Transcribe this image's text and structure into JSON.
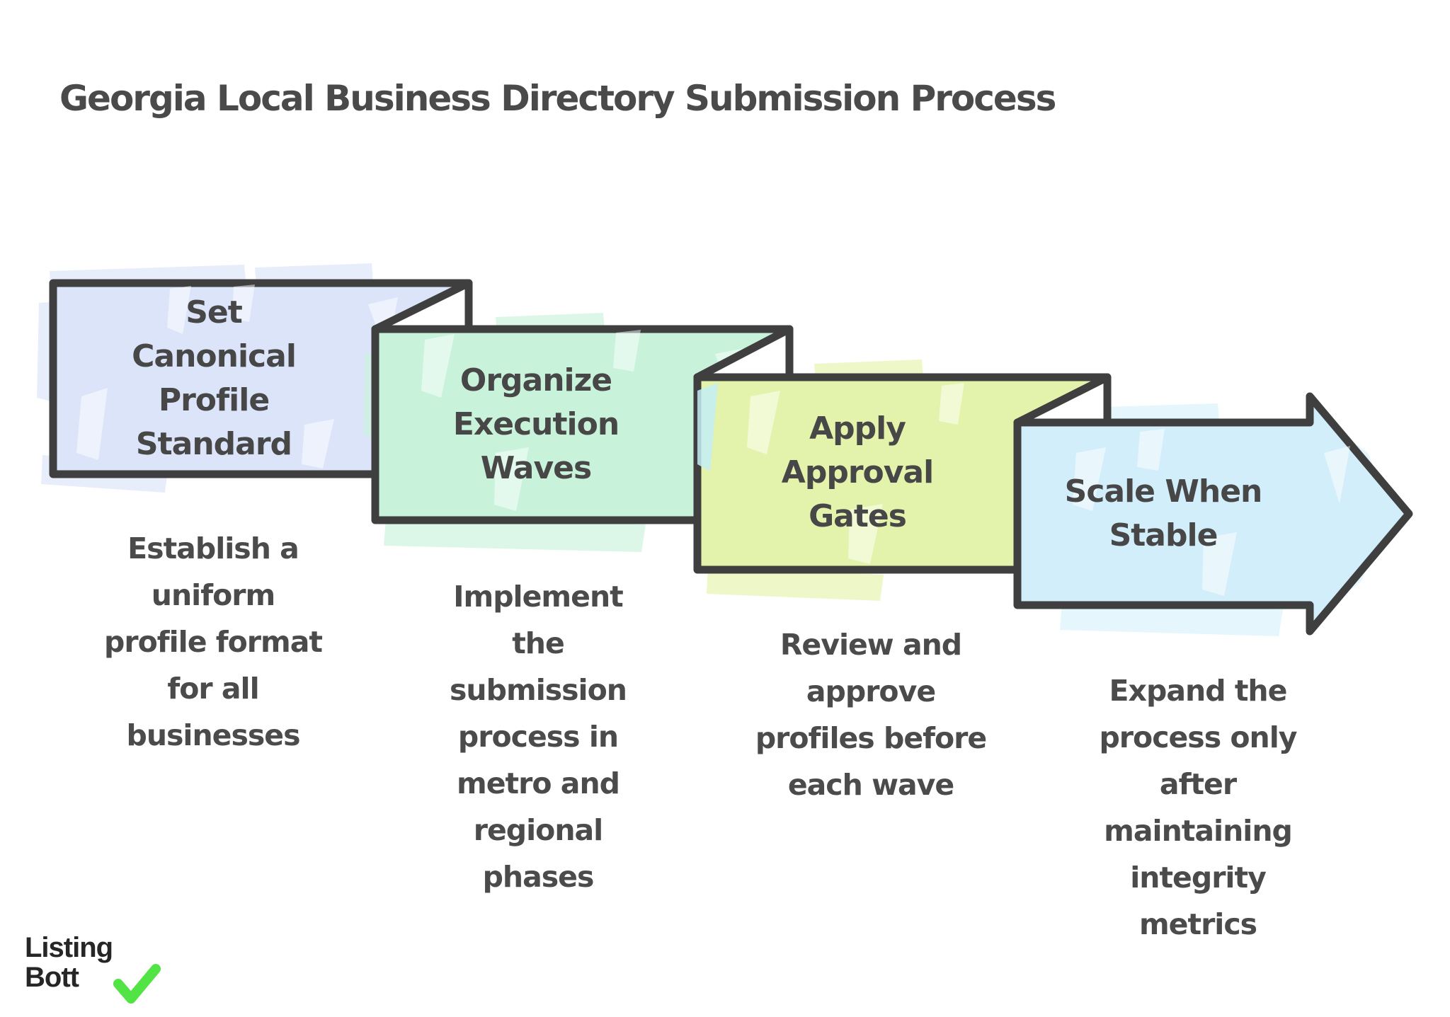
{
  "title": "Georgia Local Business Directory Submission Process",
  "steps": [
    {
      "label": "Set\nCanonical\nProfile\nStandard",
      "description": "Establish a\nuniform\nprofile format\nfor all\nbusinesses",
      "fill": "#dce4f9"
    },
    {
      "label": "Organize\nExecution\nWaves",
      "description": "Implement\nthe\nsubmission\nprocess in\nmetro and\nregional\nphases",
      "fill": "#c9f2da"
    },
    {
      "label": "Apply\nApproval\nGates",
      "description": "Review and\napprove\nprofiles before\neach wave",
      "fill": "#e4f3ab"
    },
    {
      "label": "Scale When\nStable",
      "description": "Expand the\nprocess only\nafter\nmaintaining\nintegrity\nmetrics",
      "fill": "#d2eefb"
    }
  ],
  "logo": {
    "line1": "Listing",
    "line2": "Bott",
    "check_color": "#52e345"
  },
  "colors": {
    "background": "#ffffff",
    "outline": "#3f3f3f",
    "fold": "#ffffff",
    "title_text": "#4a4a4a",
    "label_text": "#474747",
    "body_text": "#4b4b4b",
    "logo_text": "#262626",
    "accent_cyan": "#c3edf3"
  }
}
